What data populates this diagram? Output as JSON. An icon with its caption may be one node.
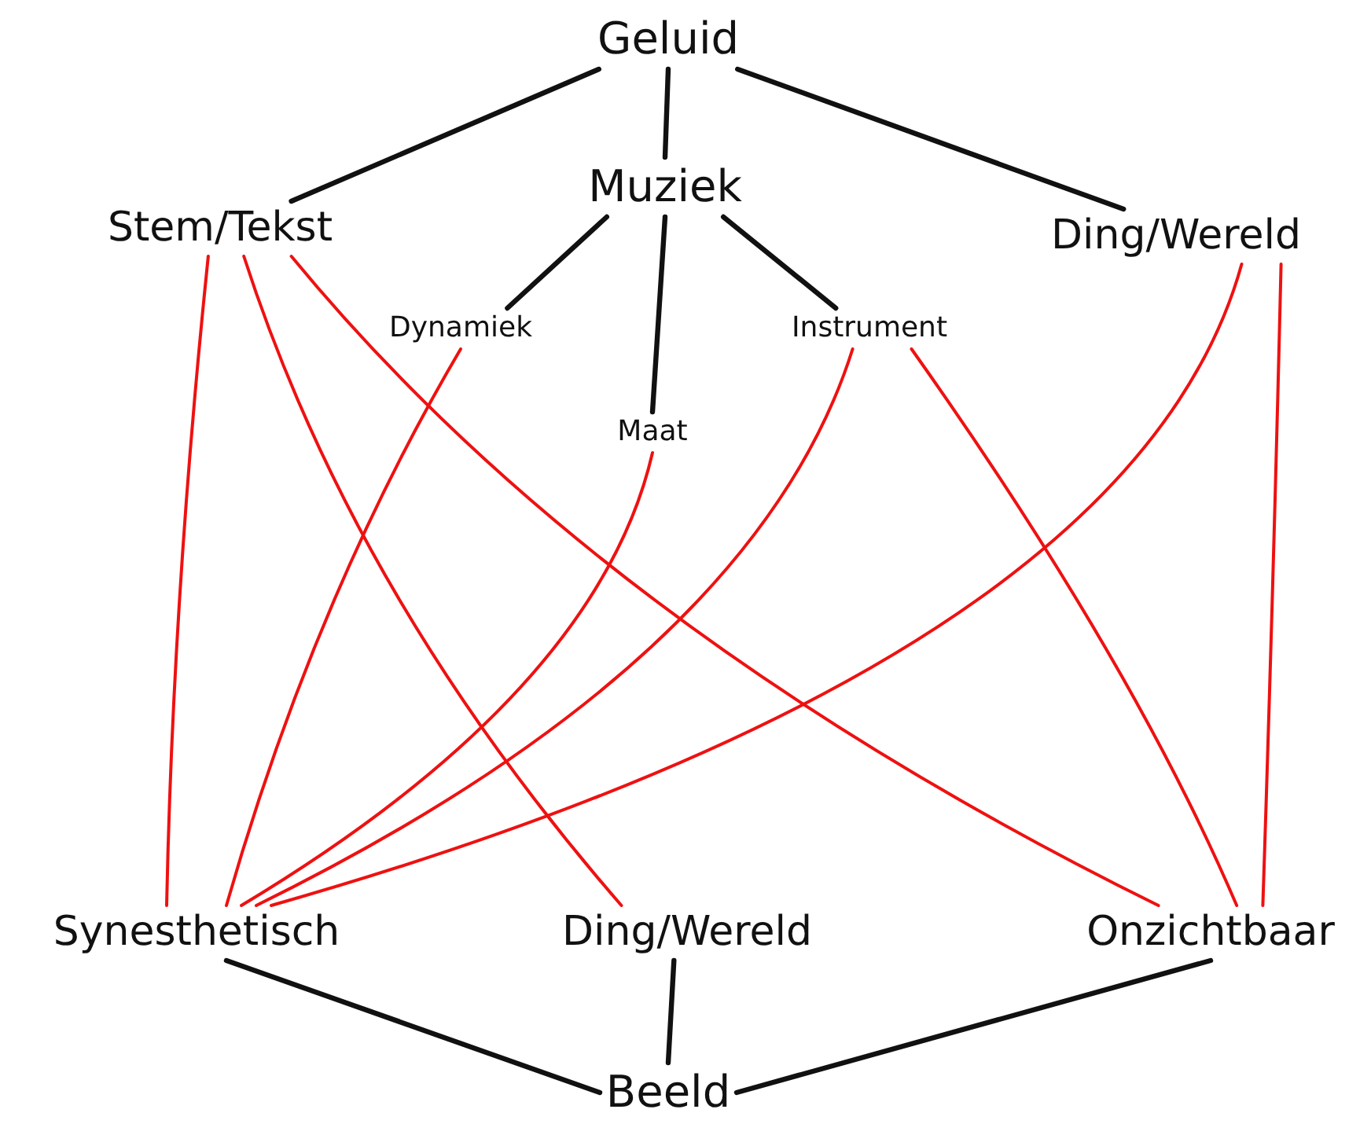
{
  "diagram": {
    "nodes": [
      {
        "text": [
          "Geluid"
        ]
      },
      {
        "text": [
          "Stem/Tekst"
        ]
      },
      {
        "text": [
          "Muziek"
        ]
      },
      {
        "text": [
          "Ding/Wereld"
        ]
      },
      {
        "text": [
          "Dynamiek"
        ]
      },
      {
        "text": [
          "Maat"
        ]
      },
      {
        "text": [
          "Instrument"
        ]
      },
      {
        "text": [
          "Synesthetisch"
        ]
      },
      {
        "text": [
          "Ding/Wereld"
        ]
      },
      {
        "text": [
          "Onzichtbaar"
        ]
      },
      {
        "text": [
          "Beeld"
        ]
      }
    ],
    "edges": [
      {
        "from": 0,
        "to": 1,
        "arrow": "none"
      },
      {
        "from": 0,
        "to": 2,
        "arrow": "none"
      },
      {
        "from": 0,
        "to": 3,
        "arrow": "none"
      },
      {
        "from": 2,
        "to": 4,
        "arrow": "none"
      },
      {
        "from": 2,
        "to": 5,
        "arrow": "none"
      },
      {
        "from": 2,
        "to": 6,
        "arrow": "none"
      },
      {
        "from": 7,
        "to": 10,
        "arrow": "none"
      },
      {
        "from": 8,
        "to": 10,
        "arrow": "none"
      },
      {
        "from": 9,
        "to": 10,
        "arrow": "none"
      },
      {
        "from": 1,
        "to": 7,
        "arrow": "none",
        "color": "#ee1111"
      },
      {
        "from": 1,
        "to": 8,
        "arrow": "none",
        "color": "#ee1111"
      },
      {
        "from": 1,
        "to": 9,
        "arrow": "none",
        "color": "#ee1111"
      },
      {
        "from": 4,
        "to": 7,
        "arrow": "none",
        "color": "#ee1111"
      },
      {
        "from": 5,
        "to": 7,
        "arrow": "none",
        "color": "#ee1111"
      },
      {
        "from": 6,
        "to": 7,
        "arrow": "none",
        "color": "#ee1111"
      },
      {
        "from": 3,
        "to": 7,
        "arrow": "none",
        "color": "#ee1111"
      },
      {
        "from": 6,
        "to": 9,
        "arrow": "none",
        "color": "#ee1111"
      },
      {
        "from": 3,
        "to": 9,
        "arrow": "none",
        "color": "#ee1111"
      }
    ]
  }
}
